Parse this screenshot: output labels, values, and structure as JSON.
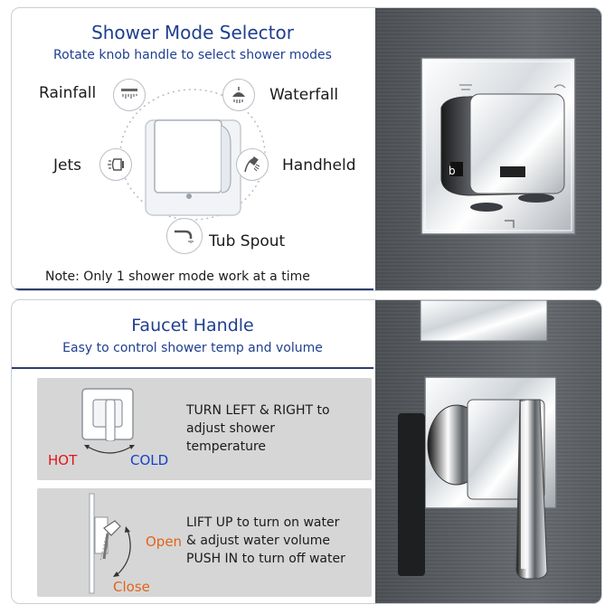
{
  "top": {
    "title": "Shower Mode Selector",
    "subtitle": "Rotate knob handle to select shower modes",
    "modes": {
      "rainfall": "Rainfall",
      "waterfall": "Waterfall",
      "jets": "Jets",
      "handheld": "Handheld",
      "tub_spout": "Tub Spout"
    },
    "note": "Note: Only 1 shower mode work at a time"
  },
  "bottom": {
    "title": "Faucet Handle",
    "subtitle": "Easy to control shower temp and volume",
    "temp": {
      "line1": "TURN LEFT & RIGHT to",
      "line2": "adjust shower",
      "line3": "temperature",
      "hot": "HOT",
      "cold": "COLD"
    },
    "volume": {
      "line1": "LIFT UP to turn on water",
      "line2": "& adjust water volume",
      "line3": "PUSH IN to turn off water",
      "open": "Open",
      "close": "Close"
    }
  },
  "colors": {
    "title_blue": "#1f3f8f",
    "hot_red": "#e0161b",
    "cold_blue": "#1640c8",
    "orange": "#e2641c",
    "divider": "#2e3f6e"
  }
}
